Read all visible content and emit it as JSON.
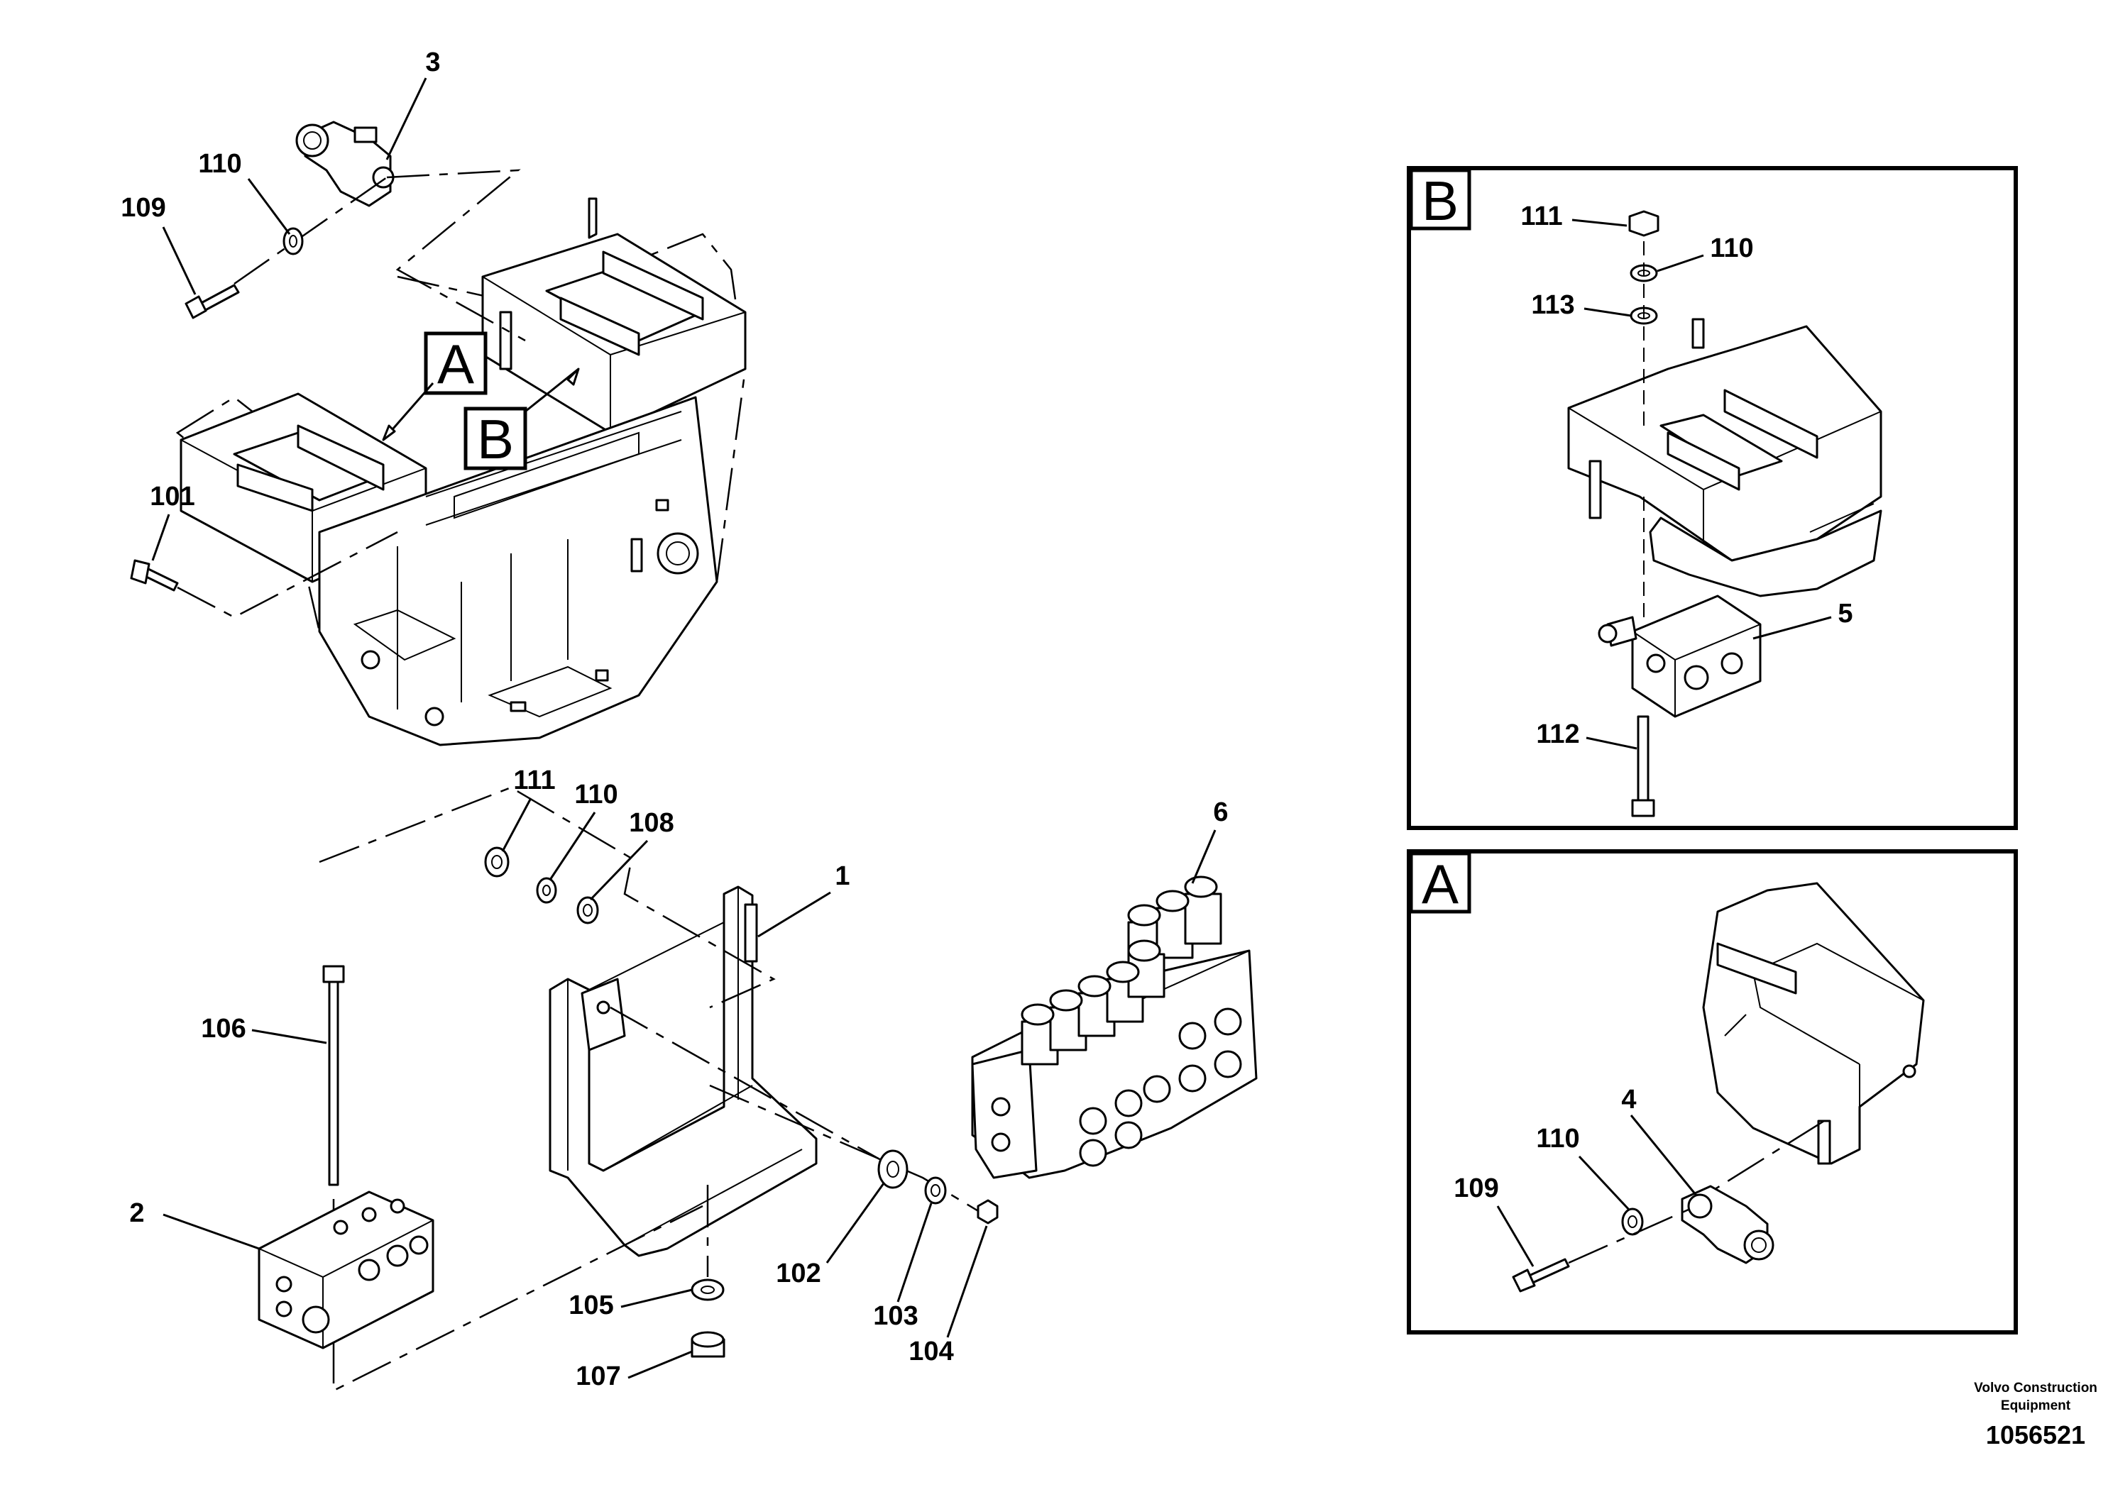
{
  "diagram": {
    "callouts": [
      "3",
      "110",
      "109",
      "101",
      "111",
      "110",
      "108",
      "1",
      "6",
      "106",
      "2",
      "105",
      "107",
      "102",
      "103",
      "104"
    ],
    "view_tags": {
      "a": "A",
      "b": "B"
    },
    "detail_b": {
      "title": "B",
      "callouts": [
        "111",
        "110",
        "113",
        "5",
        "112"
      ]
    },
    "detail_a": {
      "title": "A",
      "callouts": [
        "4",
        "110",
        "109"
      ]
    },
    "footer": {
      "credit_line1": "Volvo Construction",
      "credit_line2": "Equipment",
      "drawing_number": "1056521"
    }
  }
}
